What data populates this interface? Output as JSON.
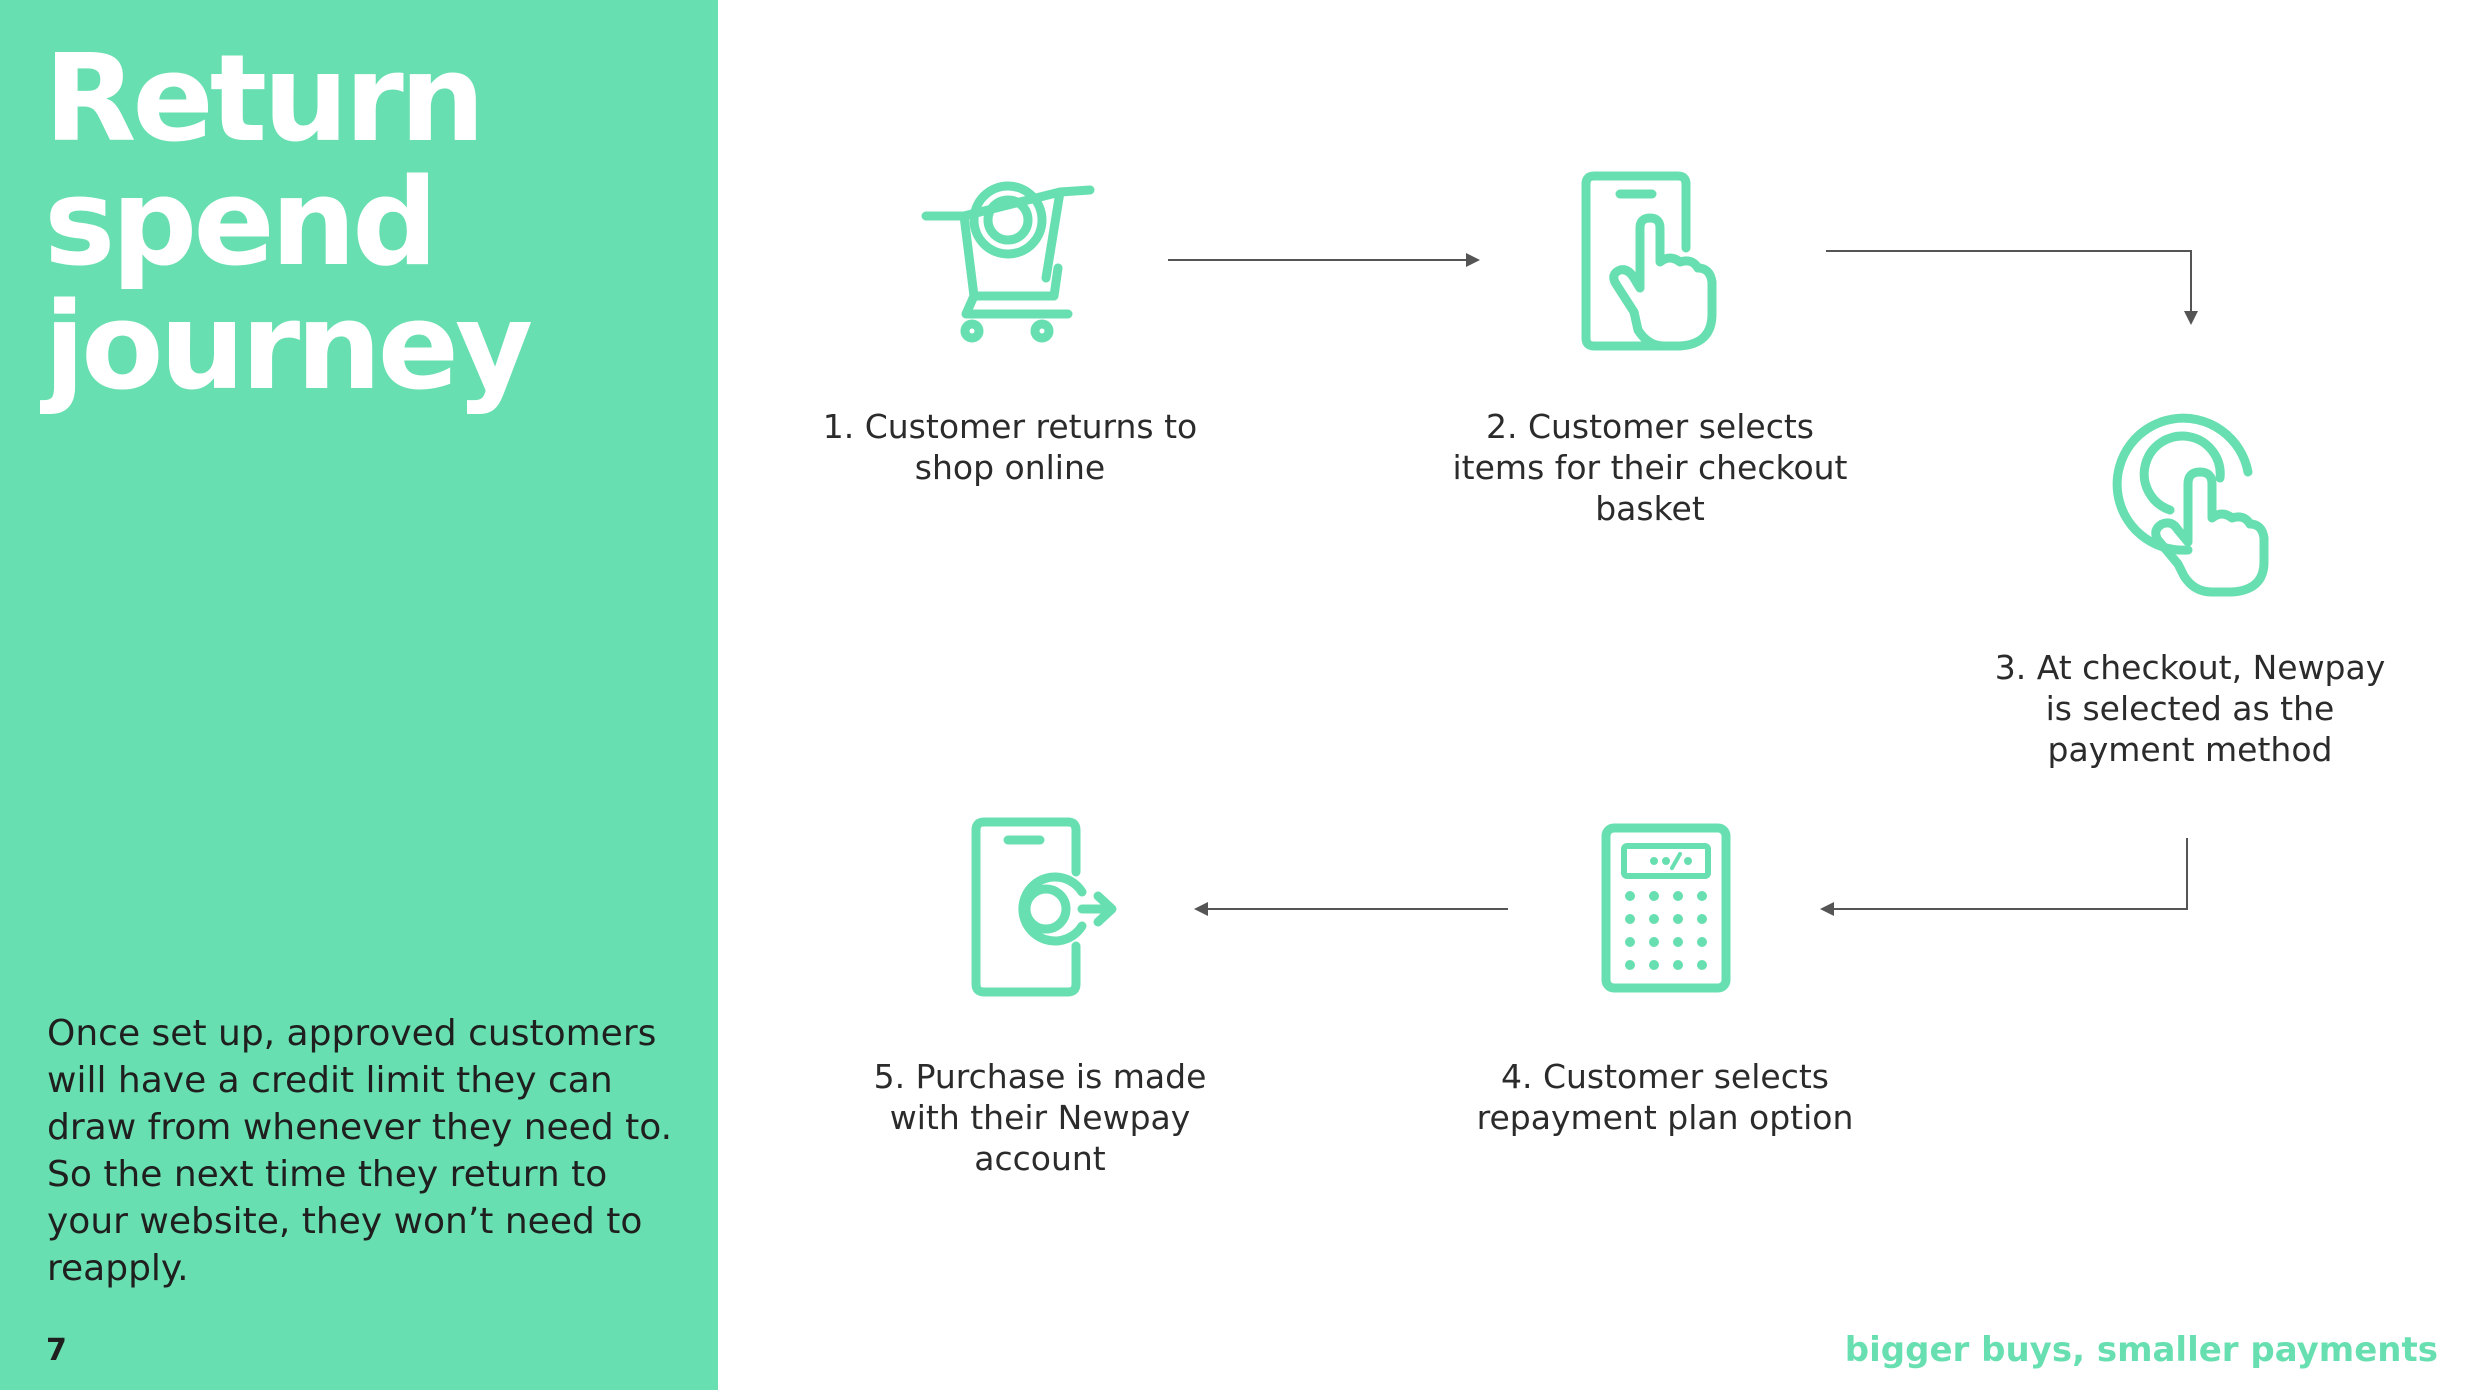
{
  "slide": {
    "title_lines": [
      "Return",
      "spend",
      "journey"
    ],
    "intro": "Once set up, approved customers will have a credit limit they can draw from whenever they need to. So the next time they return to your website, they won’t need to reapply.",
    "page_number": "7",
    "tagline": "bigger buys, smaller payments"
  },
  "colors": {
    "brand_green": "#68dfb0",
    "text_dark": "#2b2b2b",
    "arrow_gray": "#555555"
  },
  "steps": [
    {
      "number": "1",
      "label": "1. Customer returns to shop online",
      "icon": "shopping-cart-icon"
    },
    {
      "number": "2",
      "label": "2. Customer selects items for their checkout basket",
      "icon": "phone-tap-icon"
    },
    {
      "number": "3",
      "label": "3. At checkout, Newpay is selected as the payment method",
      "icon": "tap-button-icon"
    },
    {
      "number": "4",
      "label": "4. Customer selects repayment plan option",
      "icon": "calculator-icon"
    },
    {
      "number": "5",
      "label": "5. Purchase is made with their Newpay account",
      "icon": "phone-payment-icon"
    }
  ]
}
